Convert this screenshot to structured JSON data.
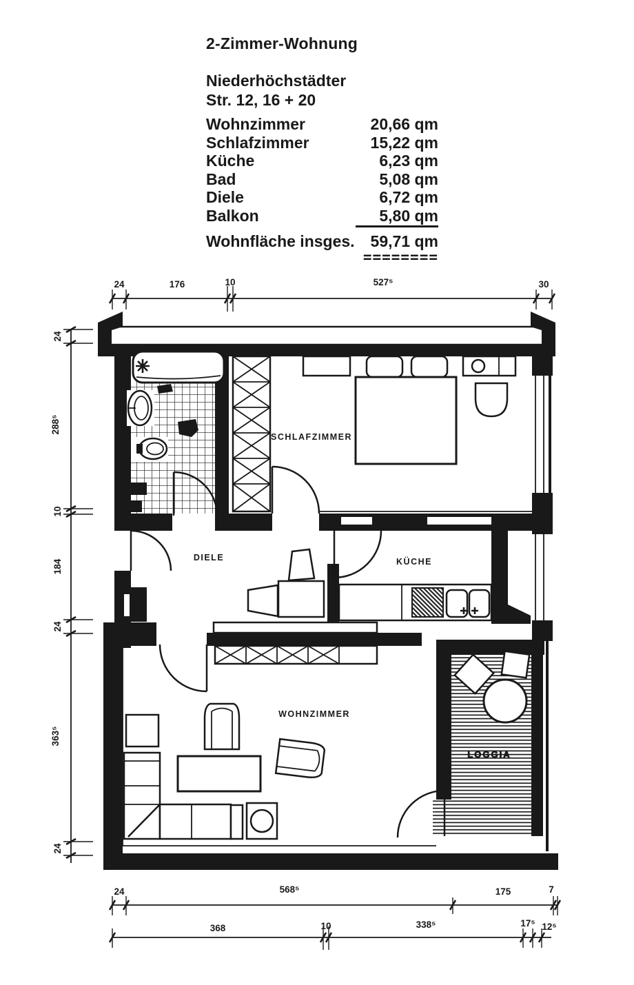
{
  "document": {
    "title": "2-Zimmer-Wohnung",
    "address_line1": "Niederhöchstädter",
    "address_line2": "Str. 12, 16 + 20",
    "area_table": {
      "rows": [
        {
          "label": "Wohnzimmer",
          "value": "20,66 qm"
        },
        {
          "label": "Schlafzimmer",
          "value": "15,22 qm"
        },
        {
          "label": "Küche",
          "value": "6,23 qm"
        },
        {
          "label": "Bad",
          "value": "5,08 qm"
        },
        {
          "label": "Diele",
          "value": "6,72 qm"
        },
        {
          "label": "Balkon",
          "value": "5,80 qm"
        }
      ],
      "total_label": "Wohnfläche insges.",
      "total_value": "59,71 qm",
      "total_underline": "========"
    }
  },
  "plan": {
    "room_labels": {
      "schlafzimmer": "SCHLAFZIMMER",
      "diele": "DIELE",
      "kueche": "KÜCHE",
      "wohnzimmer": "WOHNZIMMER",
      "loggia": "LOGGIA"
    },
    "dimensions": {
      "top": [
        "24",
        "176",
        "10",
        "527⁵",
        "30"
      ],
      "left": [
        "24",
        "288⁵",
        "10",
        "184",
        "24",
        "363⁵",
        "24"
      ],
      "bottom_upper": [
        "24",
        "568⁵",
        "175",
        "7"
      ],
      "bottom_lower": [
        "368",
        "10",
        "338⁵",
        "17⁵",
        "12⁵"
      ]
    }
  },
  "colors": {
    "ink": "#191919",
    "paper": "#ffffff"
  }
}
